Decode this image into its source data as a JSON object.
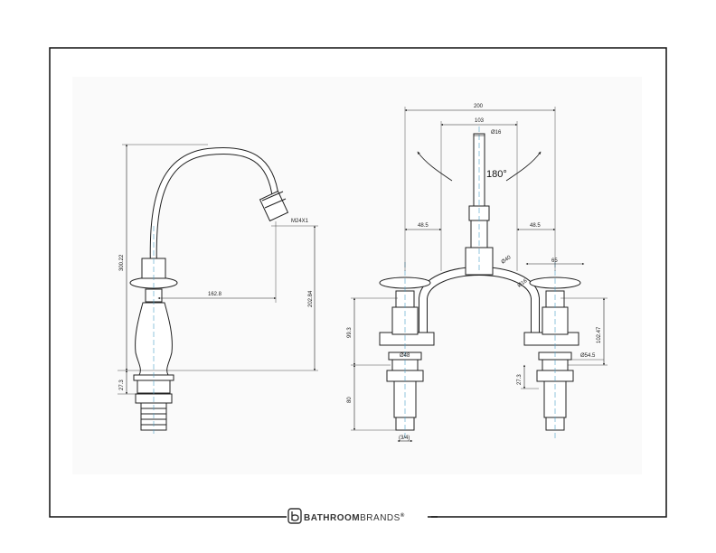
{
  "drawing": {
    "side_view": {
      "total_height": "300.22",
      "spout_reach": "162.8",
      "spout_height": "202.84",
      "thread": "M24X1",
      "base_height": "27.3"
    },
    "front_view": {
      "overall_width": "200",
      "bridge_width": "103",
      "spout_diameter": "Ø16",
      "rotation": "180°",
      "offset_left": "48.5",
      "offset_right": "48.5",
      "elbow_diameter_upper": "Ø40",
      "elbow_diameter_lower": "Ø16",
      "handle_width": "65",
      "valve_height": "99.3",
      "valve_height_right": "102.47",
      "base_diameter_left": "Ø48",
      "base_diameter_right": "Ø54.5",
      "shank_length": "80",
      "base_height_right": "27.3",
      "thread_size": "(3/4)"
    }
  },
  "brand": {
    "prefix": "BATHROOM",
    "suffix": "BRANDS",
    "mark": "®"
  }
}
